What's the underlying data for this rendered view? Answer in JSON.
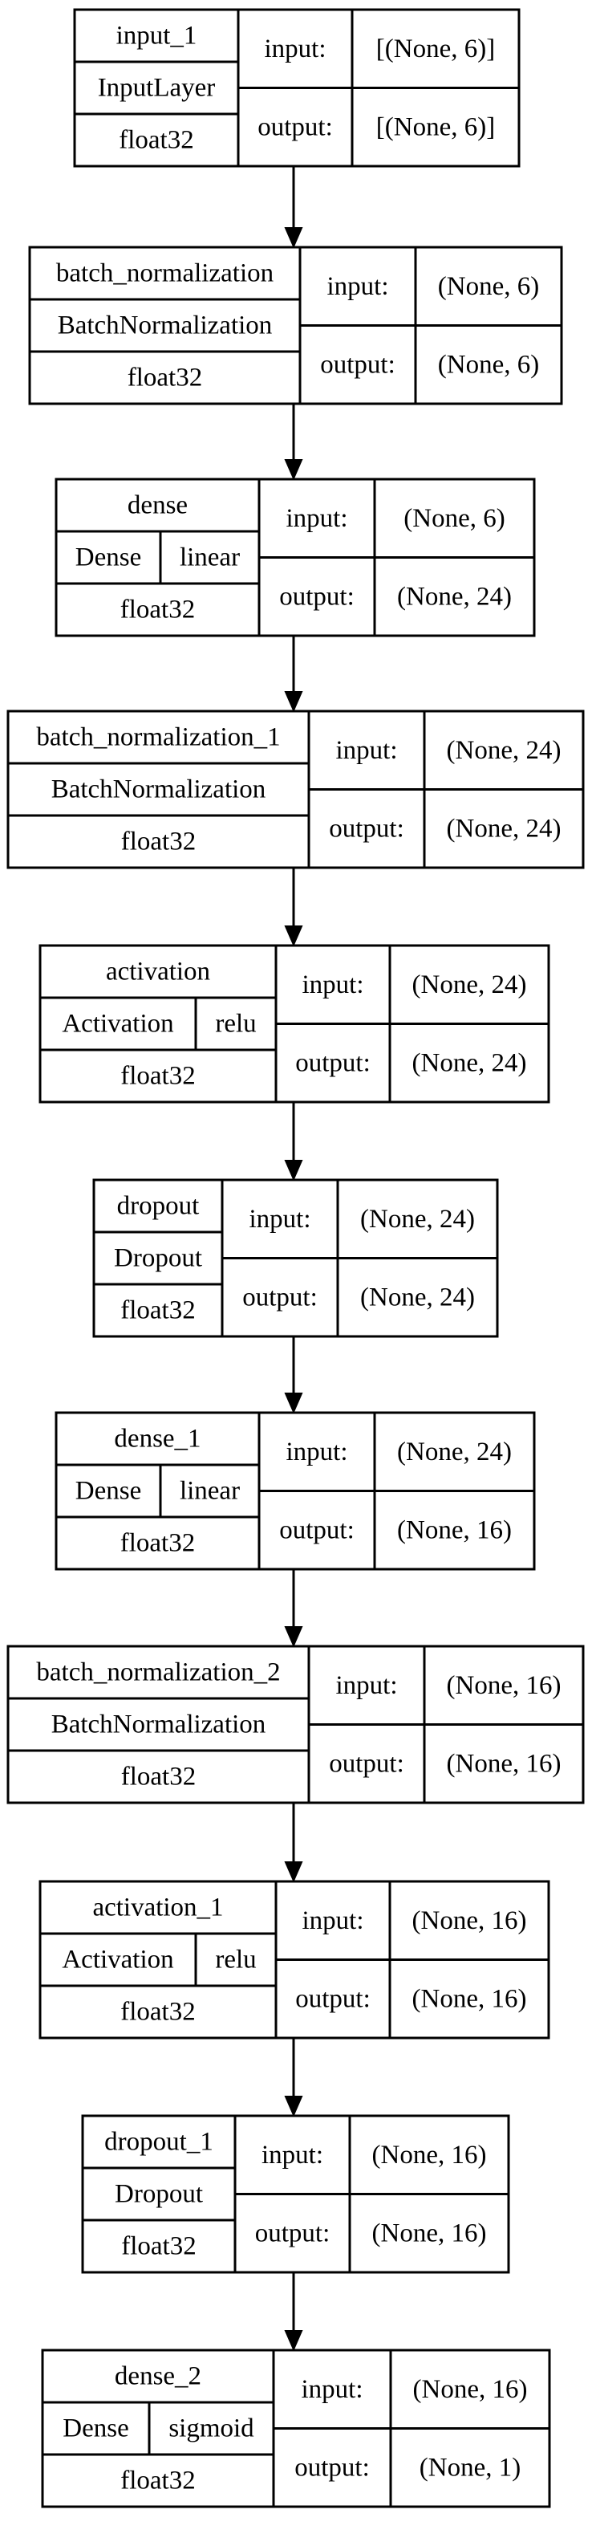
{
  "model_plot": {
    "labels": {
      "input": "input:",
      "output": "output:"
    },
    "layers": [
      {
        "name": "input_1",
        "class_name": "InputLayer",
        "activation": "",
        "dtype": "float32",
        "input_shape": "[(None, 6)]",
        "output_shape": "[(None, 6)]"
      },
      {
        "name": "batch_normalization",
        "class_name": "BatchNormalization",
        "activation": "",
        "dtype": "float32",
        "input_shape": "(None, 6)",
        "output_shape": "(None, 6)"
      },
      {
        "name": "dense",
        "class_name": "Dense",
        "activation": "linear",
        "dtype": "float32",
        "input_shape": "(None, 6)",
        "output_shape": "(None, 24)"
      },
      {
        "name": "batch_normalization_1",
        "class_name": "BatchNormalization",
        "activation": "",
        "dtype": "float32",
        "input_shape": "(None, 24)",
        "output_shape": "(None, 24)"
      },
      {
        "name": "activation",
        "class_name": "Activation",
        "activation": "relu",
        "dtype": "float32",
        "input_shape": "(None, 24)",
        "output_shape": "(None, 24)"
      },
      {
        "name": "dropout",
        "class_name": "Dropout",
        "activation": "",
        "dtype": "float32",
        "input_shape": "(None, 24)",
        "output_shape": "(None, 24)"
      },
      {
        "name": "dense_1",
        "class_name": "Dense",
        "activation": "linear",
        "dtype": "float32",
        "input_shape": "(None, 24)",
        "output_shape": "(None, 16)"
      },
      {
        "name": "batch_normalization_2",
        "class_name": "BatchNormalization",
        "activation": "",
        "dtype": "float32",
        "input_shape": "(None, 16)",
        "output_shape": "(None, 16)"
      },
      {
        "name": "activation_1",
        "class_name": "Activation",
        "activation": "relu",
        "dtype": "float32",
        "input_shape": "(None, 16)",
        "output_shape": "(None, 16)"
      },
      {
        "name": "dropout_1",
        "class_name": "Dropout",
        "activation": "",
        "dtype": "float32",
        "input_shape": "(None, 16)",
        "output_shape": "(None, 16)"
      },
      {
        "name": "dense_2",
        "class_name": "Dense",
        "activation": "sigmoid",
        "dtype": "float32",
        "input_shape": "(None, 16)",
        "output_shape": "(None, 1)"
      }
    ]
  }
}
